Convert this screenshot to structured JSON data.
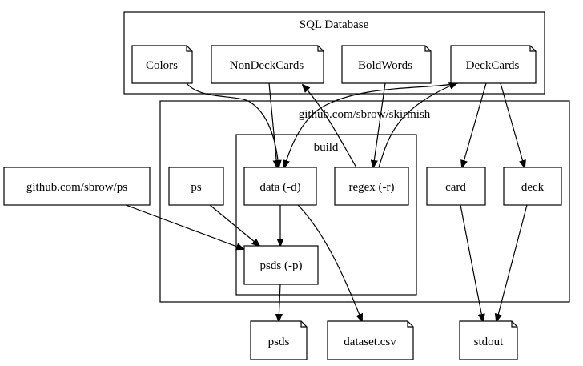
{
  "clusters": {
    "sql": "SQL Database",
    "skirmish": "github.com/sbrow/skirmish",
    "build": "build"
  },
  "nodes": {
    "colors": "Colors",
    "nondeckcards": "NonDeckCards",
    "boldwords": "BoldWords",
    "deckcards": "DeckCards",
    "ps_repo": "github.com/sbrow/ps",
    "ps": "ps",
    "data": "data (-d)",
    "regex": "regex (-r)",
    "card": "card",
    "deck": "deck",
    "psds_p": "psds (-p)",
    "psds_out": "psds",
    "dataset": "dataset.csv",
    "stdout": "stdout"
  }
}
